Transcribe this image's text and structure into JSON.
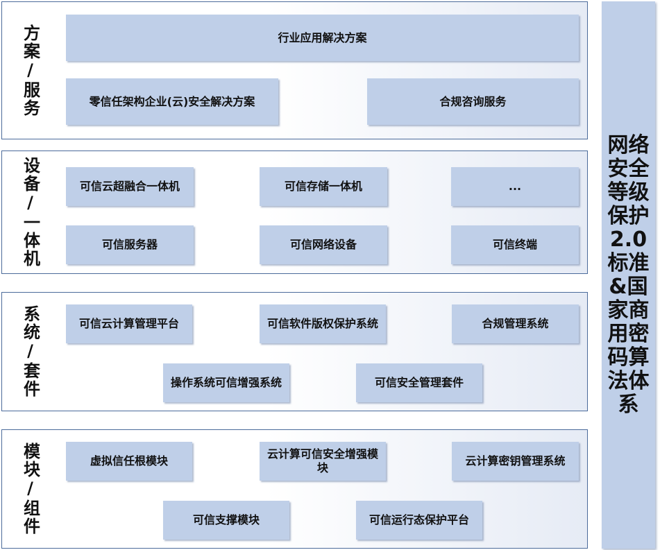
{
  "sections": [
    {
      "label": "方案/服务",
      "items": [
        "行业应用解决方案",
        "零信任架构企业(云)安全解决方案",
        "合规咨询服务"
      ]
    },
    {
      "label": "设备/一体机",
      "items": [
        "可信云超融合一体机",
        "可信存储一体机",
        "...",
        "可信服务器",
        "可信网络设备",
        "可信终端"
      ]
    },
    {
      "label": "系统/套件",
      "items": [
        "可信云计算管理平台",
        "可信软件版权保护系统",
        "合规管理系统",
        "操作系统可信增强系统",
        "可信安全管理套件"
      ]
    },
    {
      "label": "模块/组件",
      "items": [
        "虚拟信任根模块",
        "云计算可信安全增强模块",
        "云计算密钥管理系统",
        "可信支撑模块",
        "可信运行态保护平台"
      ]
    }
  ],
  "right_panel": {
    "title": "网络安全等级保护2.0标准&国家商用密码算法体系"
  }
}
